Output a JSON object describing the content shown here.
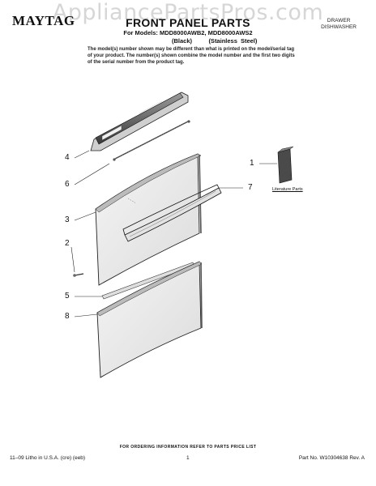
{
  "watermark": "AppliancePartsPros.com",
  "brand": "MAYTAG",
  "header": {
    "title": "FRONT PANEL PARTS",
    "models_line": "For Models: MDD8000AWB2, MDD8000AWS2",
    "variant_black": "(Black)",
    "variant_stainless": "(Stainless Steel)",
    "category_line1": "DRAWER",
    "category_line2": "DISHWASHER",
    "note": "The model(s) number shown may be different than what is printed on the model/serial tag of your product. The number(s) shown combine the model number and the first two digits of the serial number from the product tag."
  },
  "callouts": {
    "c4": "4",
    "c6": "6",
    "c3": "3",
    "c2": "2",
    "c5": "5",
    "c8": "8",
    "c1": "1",
    "c7": "7"
  },
  "literature_label": "Literature Parts",
  "footer": {
    "ordering_info": "FOR ORDERING INFORMATION REFER TO PARTS PRICE LIST",
    "litho": "11–09 Litho in U.S.A. (cre) (eeb)",
    "page": "1",
    "part_no": "Part No. W10304638 Rev. A"
  }
}
